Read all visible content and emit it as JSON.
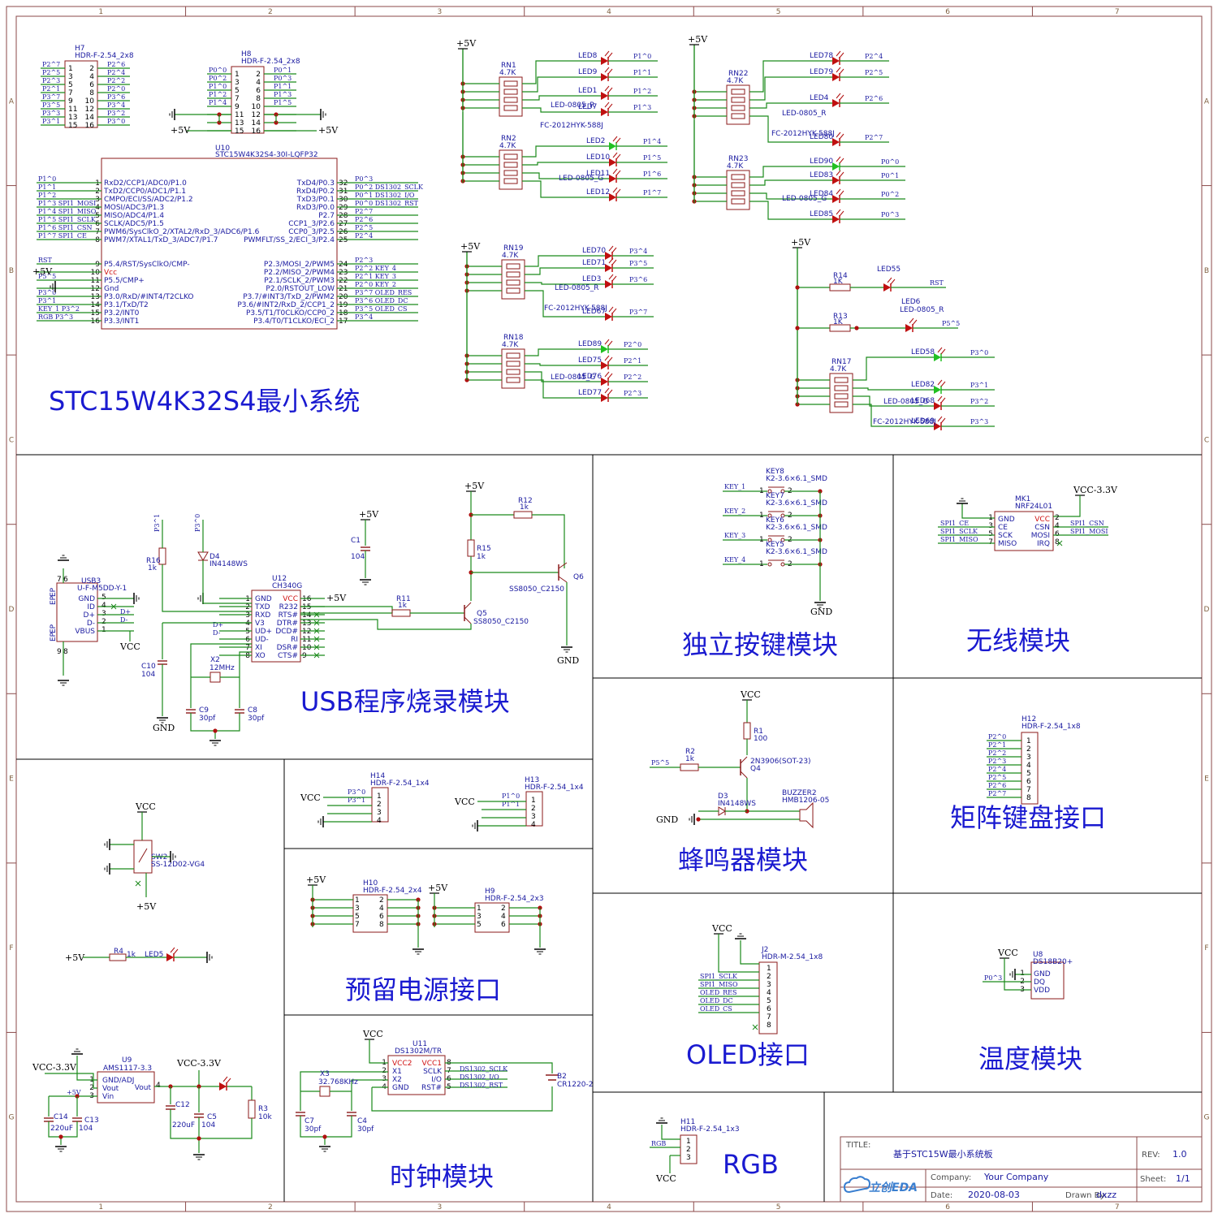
{
  "border": {
    "cols": [
      "1",
      "2",
      "3",
      "4",
      "5",
      "6",
      "7"
    ],
    "rows": [
      "A",
      "B",
      "C",
      "D",
      "E",
      "F",
      "G"
    ]
  },
  "section_titles": {
    "mcu": "STC15W4K32S4最小系统",
    "usb": "USB程序烧录模块",
    "keys": "独立按键模块",
    "wireless": "无线模块",
    "buzzer": "蜂鸣器模块",
    "matrix": "矩阵键盘接口",
    "power_hdr": "预留电源接口",
    "oled": "OLED接口",
    "temp": "温度模块",
    "clock": "时钟模块",
    "rgb": "RGB"
  },
  "mcu": {
    "ref": "U10",
    "part": "STC15W4K32S4-30I-LQFP32",
    "left_pins": [
      {
        "num": "1",
        "name": "RxD2/CCP1/ADC0/P1.0",
        "net": "P1^0"
      },
      {
        "num": "2",
        "name": "TxD2/CCP0/ADC1/P1.1",
        "net": "P1^1"
      },
      {
        "num": "3",
        "name": "CMPO/ECI/SS/ADC2/P1.2",
        "net": "P1^2"
      },
      {
        "num": "4",
        "name": "MOSI/ADC3/P1.3",
        "net": "P1^3   SPI1_MOSI"
      },
      {
        "num": "5",
        "name": "MISO/ADC4/P1.4",
        "net": "P1^4   SPI1_MISO"
      },
      {
        "num": "6",
        "name": "SCLK/ADC5/P1.5",
        "net": "P1^5   SPI1_SCLK"
      },
      {
        "num": "7",
        "name": "PWM6/SysClkO_2/XTAL2/RxD_3/ADC6/P1.6",
        "net": "P1^6   SPI1_CSN"
      },
      {
        "num": "8",
        "name": "PWM7/XTAL1/TxD_3/ADC7/P1.7",
        "net": "P1^7   SPI1_CE"
      },
      {
        "num": "9",
        "name": "P5.4/RST/SysClkO/CMP-",
        "net": "RST"
      },
      {
        "num": "10",
        "name": "Vcc",
        "net": ""
      },
      {
        "num": "11",
        "name": "P5.5/CMP+",
        "net": "P5^5"
      },
      {
        "num": "12",
        "name": "Gnd",
        "net": ""
      },
      {
        "num": "13",
        "name": "P3.0/RxD/#INT4/T2CLKO",
        "net": "P3^0"
      },
      {
        "num": "14",
        "name": "P3.1/TxD/T2",
        "net": "P3^1"
      },
      {
        "num": "15",
        "name": "P3.2/INT0",
        "net": "KEY_1   P3^2"
      },
      {
        "num": "16",
        "name": "P3.3/INT1",
        "net": "RGB   P3^3"
      }
    ],
    "right_pins": [
      {
        "num": "32",
        "name": "TxD4/P0.3",
        "net": "P0^3"
      },
      {
        "num": "31",
        "name": "RxD4/P0.2",
        "net": "P0^2   DS1302_SCLK"
      },
      {
        "num": "30",
        "name": "TxD3/P0.1",
        "net": "P0^1   DS1302_I/O"
      },
      {
        "num": "29",
        "name": "RxD3/P0.0",
        "net": "P0^0   DS1302_RST"
      },
      {
        "num": "28",
        "name": "P2.7",
        "net": "P2^7"
      },
      {
        "num": "27",
        "name": "CCP1_3/P2.6",
        "net": "P2^6"
      },
      {
        "num": "26",
        "name": "CCP0_3/P2.5",
        "net": "P2^5"
      },
      {
        "num": "25",
        "name": "PWMFLT/SS_2/ECI_3/P2.4",
        "net": "P2^4"
      },
      {
        "num": "24",
        "name": "P2.3/MOSI_2/PWM5",
        "net": "P2^3"
      },
      {
        "num": "23",
        "name": "P2.2/MISO_2/PWM4",
        "net": "P2^2   KEY_4"
      },
      {
        "num": "22",
        "name": "P2.1/SCLK_2/PWM3",
        "net": "P2^1   KEY_3"
      },
      {
        "num": "21",
        "name": "P2.0/RSTOUT_LOW",
        "net": "P2^0   KEY_2"
      },
      {
        "num": "20",
        "name": "P3.7/#INT3/TxD_2/PWM2",
        "net": "P3^7   OLED_RES"
      },
      {
        "num": "19",
        "name": "P3.6/#INT2/RxD_2/CCP1_2",
        "net": "P3^6   OLED_DC"
      },
      {
        "num": "18",
        "name": "P3.5/T1/T0CLKO/CCP0_2",
        "net": "P3^5   OLED_CS"
      },
      {
        "num": "17",
        "name": "P3.4/T0/T1CLKO/ECI_2",
        "net": "P3^4"
      }
    ],
    "vcc_label": "+5V"
  },
  "h7": {
    "ref": "H7",
    "part": "HDR-F-2.54_2x8",
    "left": [
      "P2^7",
      "P2^5",
      "P2^3",
      "P2^1",
      "P3^7",
      "P3^5",
      "P3^3",
      "P3^1"
    ],
    "right": [
      "P2^6",
      "P2^4",
      "P2^2",
      "P2^0",
      "P3^6",
      "P3^4",
      "P3^2",
      "P3^0"
    ],
    "lnums": [
      "1",
      "3",
      "5",
      "7",
      "9",
      "11",
      "13",
      "15"
    ],
    "rnums": [
      "2",
      "4",
      "6",
      "8",
      "10",
      "12",
      "14",
      "16"
    ]
  },
  "h8": {
    "ref": "H8",
    "part": "HDR-F-2.54_2x8",
    "left": [
      "P0^0",
      "P0^2",
      "P1^0",
      "P1^2",
      "P1^4",
      "",
      "",
      ""
    ],
    "right": [
      "P0^1",
      "P0^3",
      "P1^1",
      "P1^3",
      "P1^5",
      "",
      "",
      ""
    ],
    "lnums": [
      "1",
      "3",
      "5",
      "7",
      "9",
      "11",
      "13",
      "15"
    ],
    "rnums": [
      "2",
      "4",
      "6",
      "8",
      "10",
      "12",
      "14",
      "16"
    ],
    "vcc_left": "+5V",
    "vcc_right": "+5V"
  },
  "leds": {
    "vcc": "+5V",
    "rn_value": "4.7K",
    "groups": [
      {
        "rn": "RN1",
        "leds": [
          "LED8",
          "LED9",
          "LED1",
          "LED7"
        ],
        "nets": [
          "P1^0",
          "P1^1",
          "P1^2",
          "P1^3"
        ],
        "note1": "LED-0805_R",
        "note2": "FC-2012HYK-588J"
      },
      {
        "rn": "RN2",
        "leds": [
          "LED2",
          "LED10",
          "LED11",
          "LED12"
        ],
        "nets": [
          "P1^4",
          "P1^5",
          "P1^6",
          "P1^7"
        ],
        "note1": "LED-0805_G",
        "note2": ""
      },
      {
        "rn": "RN22",
        "leds": [
          "LED78",
          "LED79",
          "LED4",
          "LED80"
        ],
        "nets": [
          "P2^4",
          "P2^5",
          "P2^6",
          "P2^7"
        ],
        "note1": "LED-0805_R",
        "note2": "FC-2012HYK-588J"
      },
      {
        "rn": "RN23",
        "leds": [
          "LED90",
          "LED83",
          "LED84",
          "LED85"
        ],
        "nets": [
          "P0^0",
          "P0^1",
          "P0^2",
          "P0^3"
        ],
        "note1": "LED-0805_G",
        "note2": ""
      },
      {
        "rn": "RN19",
        "leds": [
          "LED70",
          "LED71",
          "LED3",
          "LED67"
        ],
        "nets": [
          "P3^4",
          "P3^5",
          "P3^6",
          "P3^7"
        ],
        "note1": "LED-0805_R",
        "note2": "FC-2012HYK-588J"
      },
      {
        "rn": "RN18",
        "leds": [
          "LED89",
          "LED75",
          "LED76",
          "LED77"
        ],
        "nets": [
          "P2^0",
          "P2^1",
          "P2^2",
          "P2^3"
        ],
        "note1": "LED-0805_G",
        "note2": ""
      },
      {
        "rn": "RN17",
        "leds": [
          "LED58",
          "LED82",
          "LED68",
          "LED69"
        ],
        "nets": [
          "P3^0",
          "P3^1",
          "P3^2",
          "P3^3"
        ],
        "note1": "LED-0805_G",
        "note2": "FC-2012HYK-588J"
      }
    ],
    "r14": {
      "ref": "R14",
      "val": "1K",
      "led": "LED55",
      "net": "RST"
    },
    "r13": {
      "ref": "R13",
      "val": "1K",
      "led": "LED6",
      "note": "LED-0805_R",
      "net": "P5^5"
    }
  },
  "usb": {
    "usb3_ref": "USB3",
    "usb3_part": "U-F-M5DD-Y-1",
    "usb3_pins": [
      [
        "5",
        "GND"
      ],
      [
        "4",
        "ID"
      ],
      [
        "3",
        "D+"
      ],
      [
        "2",
        "D-"
      ],
      [
        "1",
        "VBUS"
      ]
    ],
    "usb3_ep": [
      "EP",
      "EP",
      "EP",
      "EP"
    ],
    "usb3_epnums": [
      "7",
      "6",
      "9",
      "8"
    ],
    "vcc": "VCC",
    "u12_ref": "U12",
    "u12_part": "CH340G",
    "u12_left": [
      [
        "1",
        "GND"
      ],
      [
        "2",
        "TXD"
      ],
      [
        "3",
        "RXD"
      ],
      [
        "4",
        "V3"
      ],
      [
        "5",
        "UD+"
      ],
      [
        "6",
        "UD-"
      ],
      [
        "7",
        "XI"
      ],
      [
        "8",
        "XO"
      ]
    ],
    "u12_right": [
      [
        "16",
        "VCC"
      ],
      [
        "15",
        "R232"
      ],
      [
        "14",
        "RTS#"
      ],
      [
        "13",
        "DTR#"
      ],
      [
        "12",
        "DCD#"
      ],
      [
        "11",
        "RI"
      ],
      [
        "10",
        "DSR#"
      ],
      [
        "9",
        "CTS#"
      ]
    ],
    "r16": [
      "R16",
      "1k"
    ],
    "d4": [
      "D4",
      "IN4148WS"
    ],
    "net_p31": "P3^1",
    "net_p30": "P3^0",
    "c1": [
      "C1",
      "104"
    ],
    "c10": [
      "C10",
      "104"
    ],
    "x2": [
      "X2",
      "12MHz"
    ],
    "c9": [
      "C9",
      "30pf"
    ],
    "c8": [
      "C8",
      "30pf"
    ],
    "r11": [
      "R11",
      "1k"
    ],
    "r12": [
      "R12",
      "1k"
    ],
    "r15": [
      "R15",
      "1k"
    ],
    "q5": [
      "Q5",
      "SS8050_C2150"
    ],
    "q6": [
      "Q6",
      "SS8050_C2150"
    ],
    "vcc5": "+5V",
    "gnd": "GND",
    "dplus": "D+",
    "dminus": "D-"
  },
  "keys": {
    "items": [
      {
        "ref": "KEY8",
        "part": "K2-3.6×6.1_SMD",
        "net": "KEY_1"
      },
      {
        "ref": "KEY7",
        "part": "K2-3.6×6.1_SMD",
        "net": "KEY_2"
      },
      {
        "ref": "KEY6",
        "part": "K2-3.6×6.1_SMD",
        "net": "KEY_3"
      },
      {
        "ref": "KEY5",
        "part": "K2-3.6×6.1_SMD",
        "net": "KEY_4"
      }
    ],
    "gnd": "GND"
  },
  "wireless": {
    "ref": "MK1",
    "part": "NRF24L01",
    "vcc": "VCC-3.3V",
    "left": [
      [
        "1",
        "GND",
        ""
      ],
      [
        "3",
        "CE",
        "SPI1_CE"
      ],
      [
        "5",
        "SCK",
        "SPI1_SCLK"
      ],
      [
        "7",
        "MISO",
        "SPI1_MISO"
      ]
    ],
    "right": [
      [
        "2",
        "VCC",
        ""
      ],
      [
        "4",
        "CSN",
        "SPI1_CSN"
      ],
      [
        "6",
        "MOSI",
        "SPI1_MOSI"
      ],
      [
        "8",
        "IRQ",
        ""
      ]
    ]
  },
  "buzzer": {
    "vcc": "VCC",
    "r1": [
      "R1",
      "100"
    ],
    "r2": [
      "R2",
      "1k"
    ],
    "net": "P5^5",
    "q4": [
      "2N3906(SOT-23)",
      "Q4"
    ],
    "d3": [
      "D3",
      "IN4148WS"
    ],
    "bz": [
      "BUZZER2",
      "HMB1206-05"
    ],
    "gnd": "GND"
  },
  "matrix": {
    "ref": "H12",
    "part": "HDR-F-2.54_1x8",
    "nets": [
      "P2^0",
      "P2^1",
      "P2^2",
      "P2^3",
      "P2^4",
      "P2^5",
      "P2^6",
      "P2^7"
    ]
  },
  "sw2": {
    "vcc": "VCC",
    "ref": "SW2",
    "part": "SS-12D02-VG4",
    "out": "+5V"
  },
  "led5": {
    "vcc": "+5V",
    "r": "R4",
    "val": "1k",
    "led": "LED5"
  },
  "reg": {
    "vin": "VCC-3.3V",
    "ref": "U9",
    "part": "AMS1117-3.3",
    "pins": [
      [
        "1",
        "GND/ADJ"
      ],
      [
        "2",
        "Vout"
      ],
      [
        "3",
        "Vin"
      ]
    ],
    "vout_pin": [
      "4",
      "Vout"
    ],
    "vin5": "+5V",
    "vout": "VCC-3.3V",
    "c14": [
      "C14",
      "220uF"
    ],
    "c13": [
      "C13",
      "104"
    ],
    "c12": [
      "C12",
      "220uF"
    ],
    "c5": [
      "C5",
      "104"
    ],
    "r3": [
      "R3",
      "10k"
    ]
  },
  "h14": {
    "ref": "H14",
    "part": "HDR-F-2.54_1x4",
    "vcc": "VCC",
    "nets": [
      "P3^0",
      "P3^1",
      "",
      ""
    ]
  },
  "h13": {
    "ref": "H13",
    "part": "HDR-F-2.54_1x4",
    "vcc": "VCC",
    "nets": [
      "P1^0",
      "P1^1",
      "",
      ""
    ]
  },
  "h10": {
    "ref": "H10",
    "part": "HDR-F-2.54_2x4",
    "vcc": "+5V",
    "l": [
      "1",
      "3",
      "5",
      "7"
    ],
    "r": [
      "2",
      "4",
      "6",
      "8"
    ]
  },
  "h9": {
    "ref": "H9",
    "part": "HDR-F-2.54_2x3",
    "vcc": "+5V",
    "l": [
      "1",
      "3",
      "5"
    ],
    "r": [
      "2",
      "4",
      "6"
    ]
  },
  "oled": {
    "vcc": "VCC",
    "ref": "J2",
    "part": "HDR-M-2.54_1x8",
    "nets": [
      "SPI1_SCLK",
      "SPI1_MISO",
      "OLED_RES",
      "OLED_DC",
      "OLED_CS",
      "",
      "",
      ""
    ]
  },
  "temp": {
    "vcc": "VCC",
    "ref": "U8",
    "part": "DS18B20+",
    "net": "P0^3",
    "pins": [
      [
        "1",
        "GND"
      ],
      [
        "2",
        "DQ"
      ],
      [
        "3",
        "VDD"
      ]
    ]
  },
  "clock": {
    "vcc": "VCC",
    "ref": "U11",
    "part": "DS1302M/TR",
    "left": [
      [
        "1",
        "VCC2"
      ],
      [
        "2",
        "X1"
      ],
      [
        "3",
        "X2"
      ],
      [
        "4",
        "GND"
      ]
    ],
    "right": [
      [
        "8",
        "VCC1"
      ],
      [
        "7",
        "SCLK"
      ],
      [
        "6",
        "I/O"
      ],
      [
        "5",
        "RST#"
      ]
    ],
    "nets": [
      "DS1302_SCLK",
      "DS1302_I/O",
      "DS1302_RST"
    ],
    "x3": [
      "X3",
      "32.768KHz"
    ],
    "c7": [
      "C7",
      "30pf"
    ],
    "c4": [
      "C4",
      "30pf"
    ],
    "b2": [
      "B2",
      "CR1220-2"
    ]
  },
  "rgb": {
    "ref": "H11",
    "part": "HDR-F-2.54_1x3",
    "net": "RGB",
    "vcc": "VCC"
  },
  "titleblock": {
    "title_label": "TITLE:",
    "title": "基于STC15W最小系统板",
    "rev_label": "REV:",
    "rev": "1.0",
    "company_label": "Company:",
    "company": "Your Company",
    "sheet_label": "Sheet:",
    "sheet": "1/1",
    "date_label": "Date:",
    "date": "2020-08-03",
    "drawn_label": "Drawn By:",
    "drawn": "dxzz",
    "logo": "立创EDA"
  }
}
